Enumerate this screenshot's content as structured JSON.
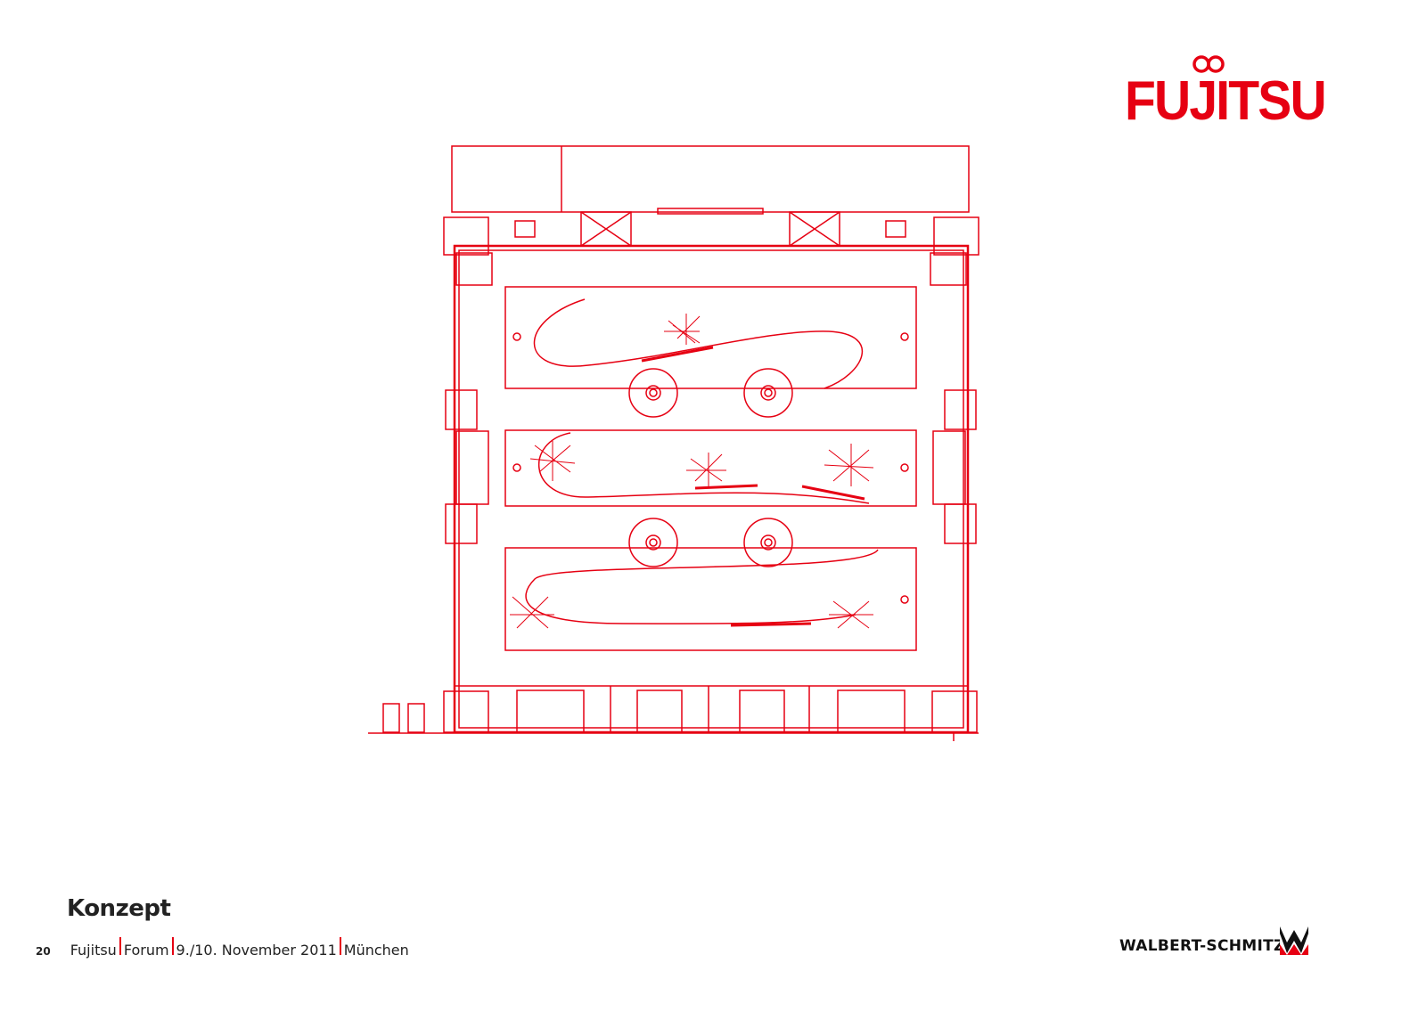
{
  "header": {
    "logo_text": "FUJITSU"
  },
  "page": {
    "title": "Konzept",
    "page_number": "20",
    "footer_items": [
      "Fujitsu",
      "Forum",
      "9./10. November 2011",
      "München"
    ]
  },
  "agency": {
    "name": "WALBERT-SCHMITZ"
  },
  "colors": {
    "accent": "#e60012",
    "text": "#222222"
  },
  "icons": [
    "fujitsu-infinity-logo-icon",
    "walbert-schmitz-mark-icon"
  ]
}
